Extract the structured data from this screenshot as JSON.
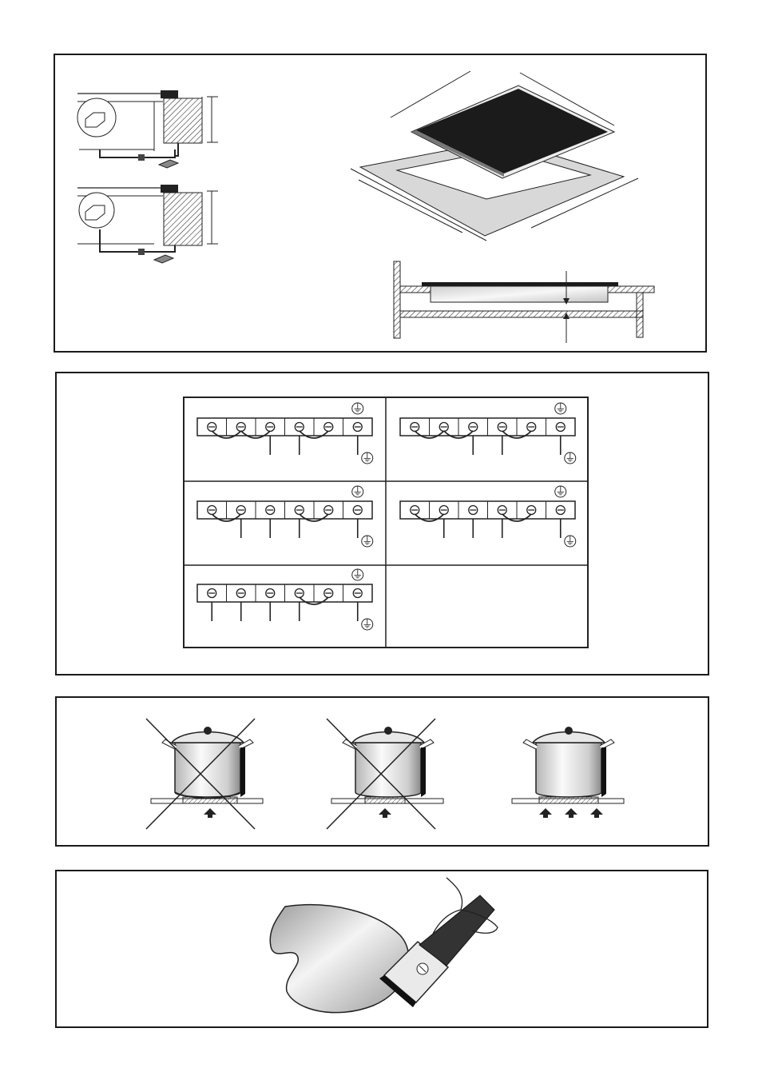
{
  "panels": [
    {
      "id": "installation",
      "illustrations": [
        "clamp-detail-top",
        "clamp-detail-bottom",
        "hob-cutout-perspective",
        "hob-section-view"
      ]
    },
    {
      "id": "wiring",
      "illustrations": [
        "wiring-diagram-1",
        "wiring-diagram-2",
        "wiring-diagram-3",
        "wiring-diagram-4",
        "wiring-diagram-5"
      ]
    },
    {
      "id": "cookware",
      "illustrations": [
        "pot-warped-bottom-wrong",
        "pot-too-small-wrong",
        "pot-correct"
      ]
    },
    {
      "id": "cleaning",
      "illustrations": [
        "scraper-cleaning"
      ]
    }
  ],
  "wiring": {
    "terminals_per_block": 6,
    "ground_symbol": "⏚"
  },
  "colors": {
    "line": "#1a1a1a",
    "glass": "#1b1b1b",
    "hatch": "#555555",
    "metal_light": "#f2f2f2",
    "metal_shade": "#bdbdbd"
  }
}
